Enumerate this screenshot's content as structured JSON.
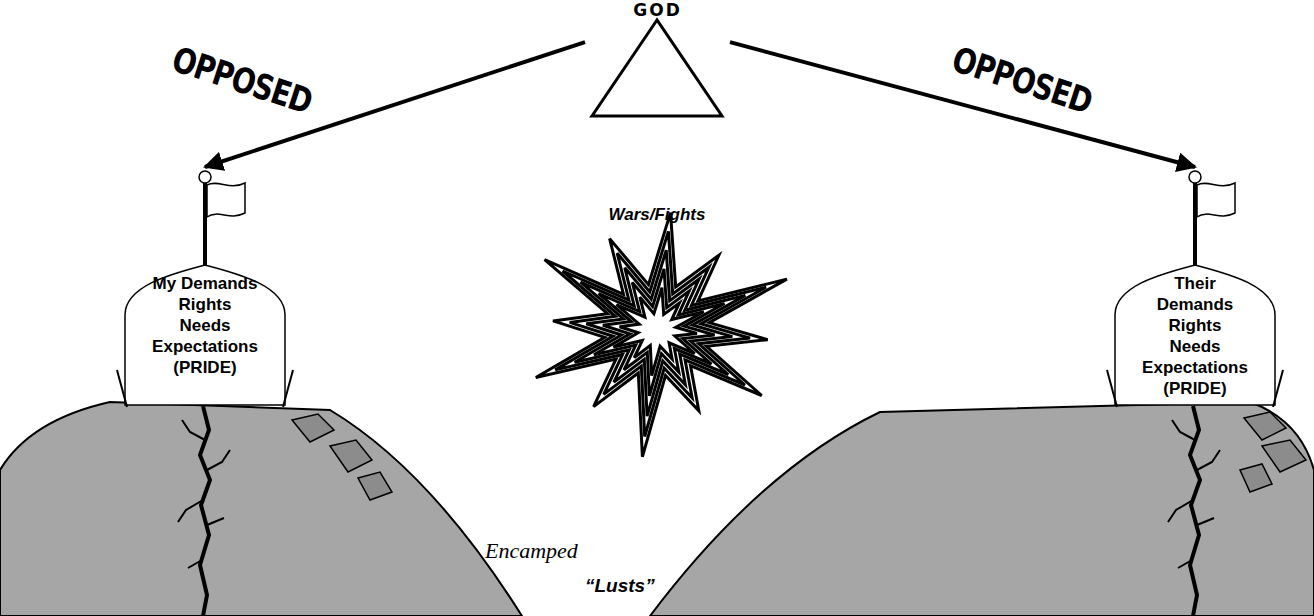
{
  "diagram": {
    "nodes": [
      {
        "text": [
          "GOD"
        ]
      },
      {
        "text": [
          "My Demands Rights Needs Expectations (PRIDE)"
        ]
      },
      {
        "text": [
          "Their Demands Rights Needs Expectations (PRIDE)"
        ]
      }
    ],
    "edges": [
      {
        "from": 0,
        "to": 1,
        "arrow": "to",
        "label": "OPPOSED"
      },
      {
        "from": 0,
        "to": 2,
        "arrow": "to",
        "label": "OPPOSED"
      }
    ],
    "labels": [
      "Wars/Fights",
      "Encamped",
      "“Lusts”"
    ]
  }
}
